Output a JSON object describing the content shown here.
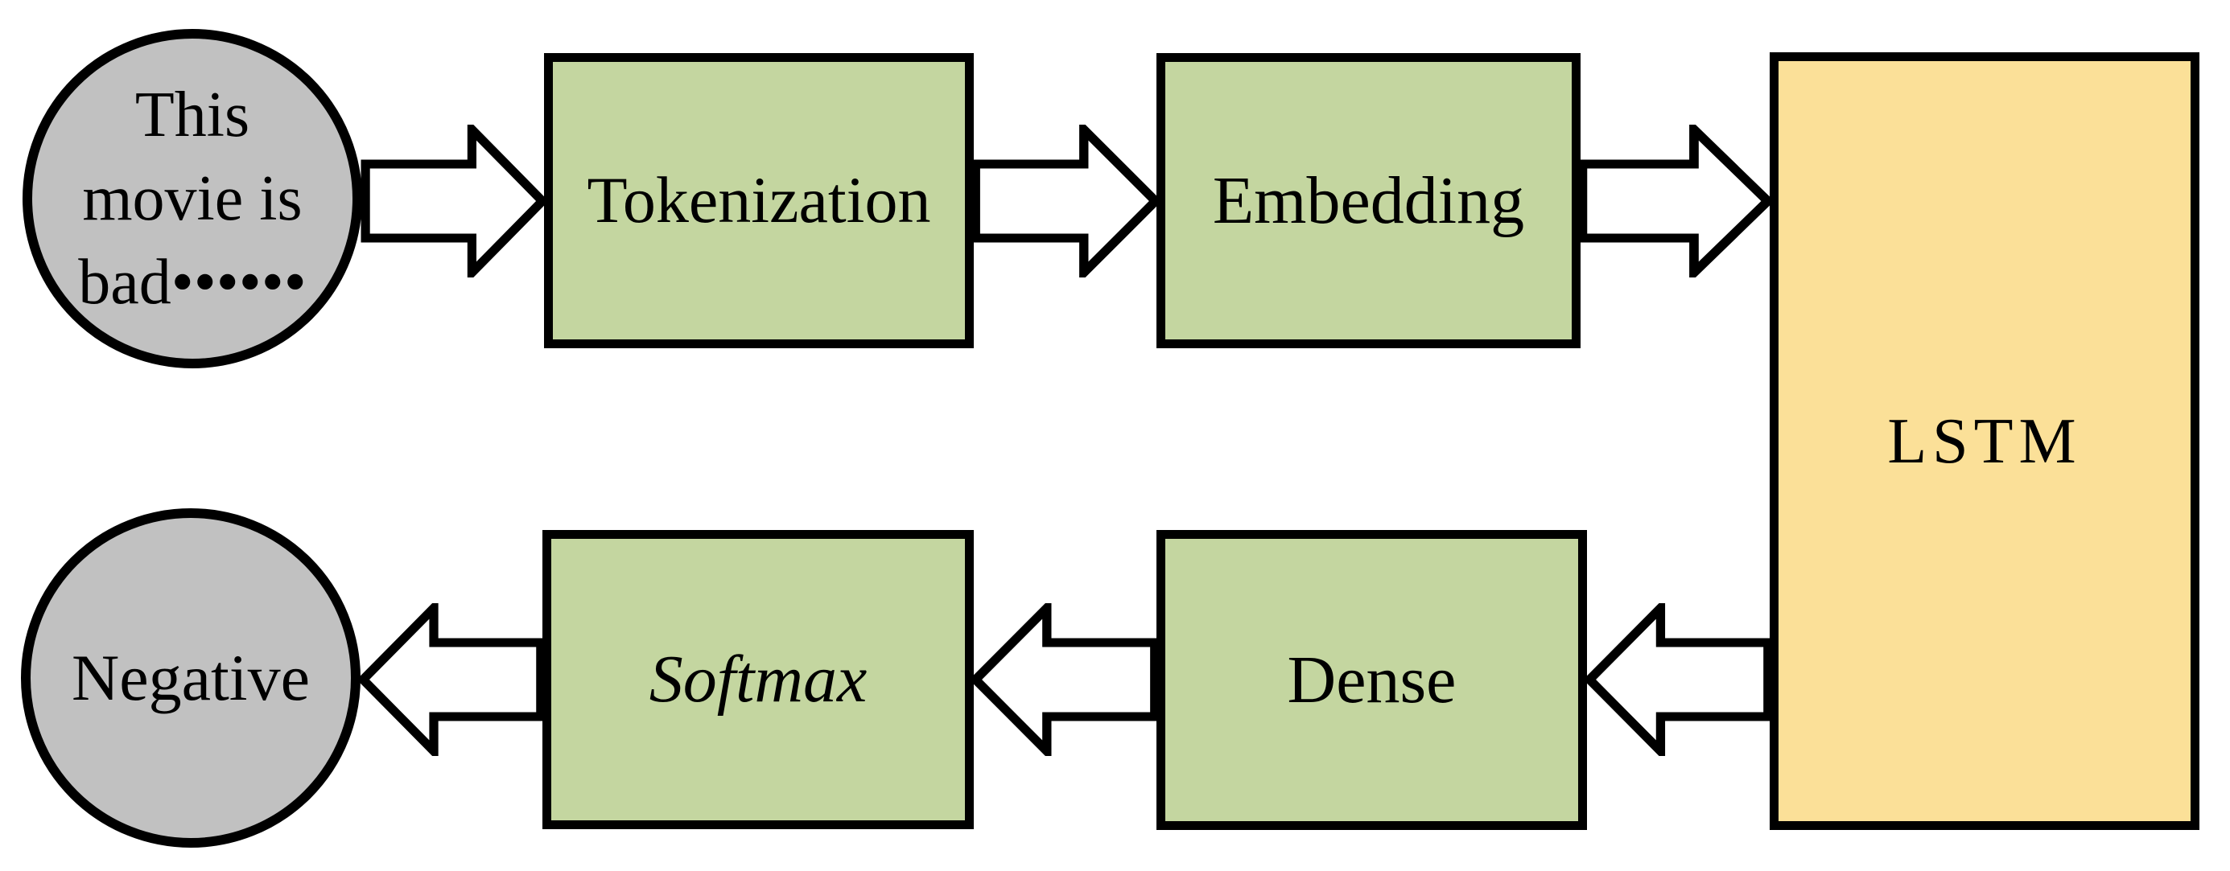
{
  "colors": {
    "background": "#ffffff",
    "stroke": "#000000",
    "node_gray": "#c1c1c1",
    "process_green": "#c4d6a0",
    "lstm_yellow": "#fbe098"
  },
  "nodes": {
    "input": {
      "lines": [
        "This",
        "movie is",
        "bad••••••"
      ]
    },
    "tokenization": {
      "label": "Tokenization"
    },
    "embedding": {
      "label": "Embedding"
    },
    "lstm": {
      "label": "LSTM"
    },
    "dense": {
      "label": "Dense"
    },
    "softmax": {
      "label": "Softmax"
    },
    "output": {
      "label": "Negative"
    }
  },
  "arrows": [
    {
      "from": "input",
      "to": "tokenization",
      "direction": "right"
    },
    {
      "from": "tokenization",
      "to": "embedding",
      "direction": "right"
    },
    {
      "from": "embedding",
      "to": "lstm",
      "direction": "right"
    },
    {
      "from": "lstm",
      "to": "dense",
      "direction": "left"
    },
    {
      "from": "dense",
      "to": "softmax",
      "direction": "left"
    },
    {
      "from": "softmax",
      "to": "output",
      "direction": "left"
    }
  ]
}
